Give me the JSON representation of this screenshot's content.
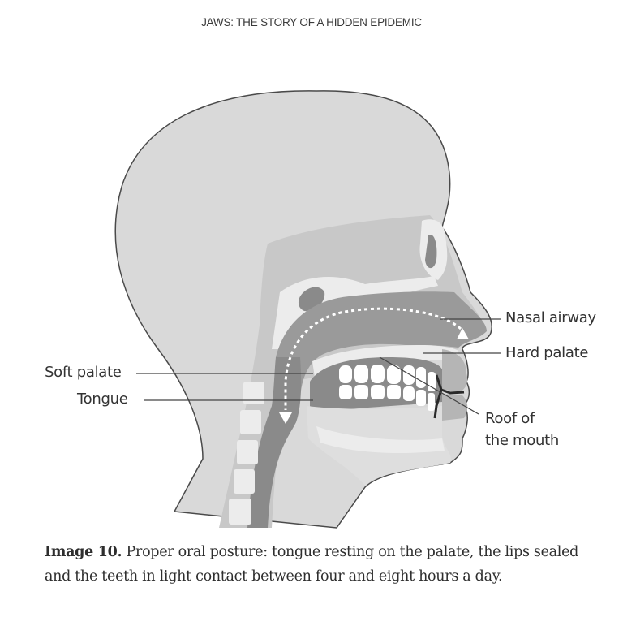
{
  "header": {
    "running_title": "JAWS: THE STORY OF A HIDDEN EPIDEMIC"
  },
  "figure": {
    "labels": {
      "nasal_airway": "Nasal airway",
      "hard_palate": "Hard palate",
      "soft_palate": "Soft palate",
      "tongue": "Tongue",
      "roof_line1": "Roof of",
      "roof_line2": "the mouth"
    },
    "colors": {
      "head_fill": "#d9d9d9",
      "outline": "#4a4a4a",
      "mid_gray": "#bdbdbd",
      "dark_gray": "#8a8a8a",
      "light_gray": "#ececec",
      "teeth": "#ffffff"
    }
  },
  "caption": {
    "label": "Image 10.",
    "text": " Proper oral posture: tongue resting on the palate, the lips sealed and the teeth in light contact between four and eight hours a day."
  }
}
